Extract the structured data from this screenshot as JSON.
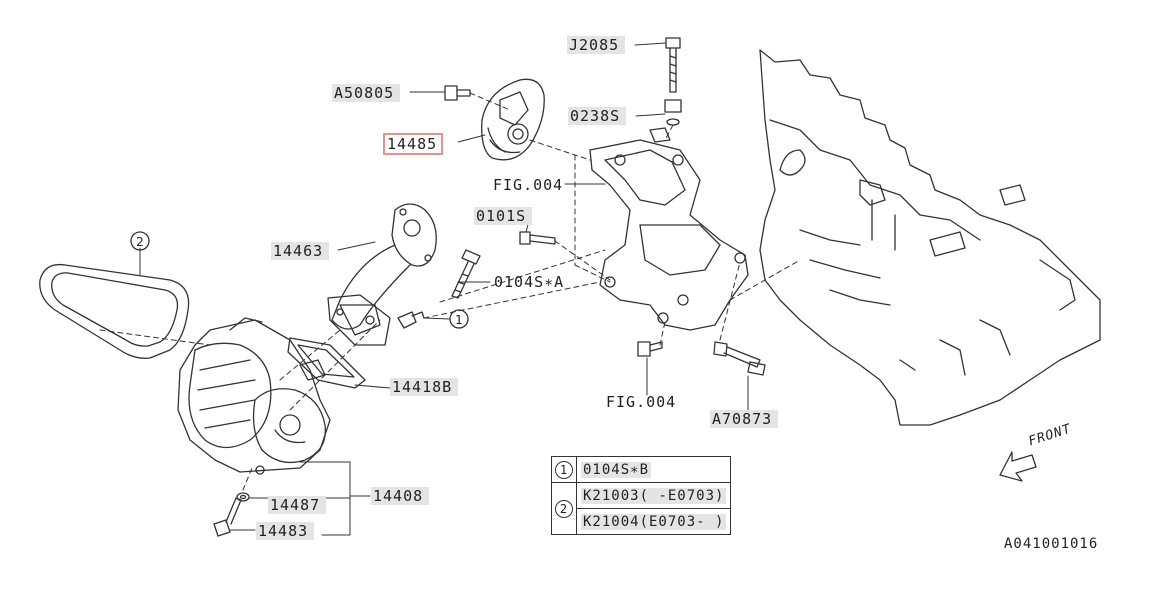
{
  "callouts": {
    "j2085": "J2085",
    "a50805": "A50805",
    "c0238s": "0238S",
    "p14485": "14485",
    "fig004_top": "FIG.004",
    "c0101s": "0101S",
    "p14463": "14463",
    "c0104s_a": "0104S∗A",
    "ref1": "1",
    "p14418b": "14418B",
    "ref2": "2",
    "fig004_bottom": "FIG.004",
    "a70873": "A70873",
    "p14487": "14487",
    "p14408": "14408",
    "p14483": "14483"
  },
  "legend": {
    "rows": [
      {
        "ref": "1",
        "parts": [
          "0104S∗B"
        ]
      },
      {
        "ref": "2",
        "parts": [
          "K21003( -E0703)",
          "K21004(E0703- )"
        ]
      }
    ]
  },
  "front_label": "FRONT",
  "document_id": "A041001016",
  "colors": {
    "highlight": "#e8908a",
    "label_shade": "#e4e4e4",
    "line": "#333333"
  }
}
